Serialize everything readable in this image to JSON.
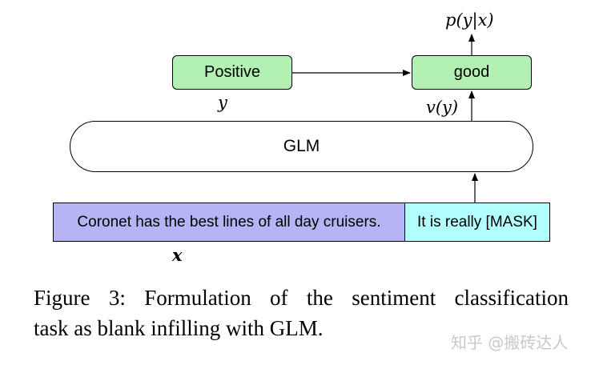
{
  "diagram": {
    "positive_label": "Positive",
    "good_label": "good",
    "glm_label": "GLM",
    "input_sentence": "Coronet has the best lines of all day cruisers.",
    "input_prompt": "It is really [MASK]",
    "label_y": "y",
    "label_vy": "v(y)",
    "label_x": "x",
    "label_pyx": "p(y|x)"
  },
  "caption": {
    "line1": "Figure 3: Formulation of the sentiment classification",
    "line2": "task as blank infilling with GLM."
  },
  "watermark": "知乎 @搬砖达人"
}
